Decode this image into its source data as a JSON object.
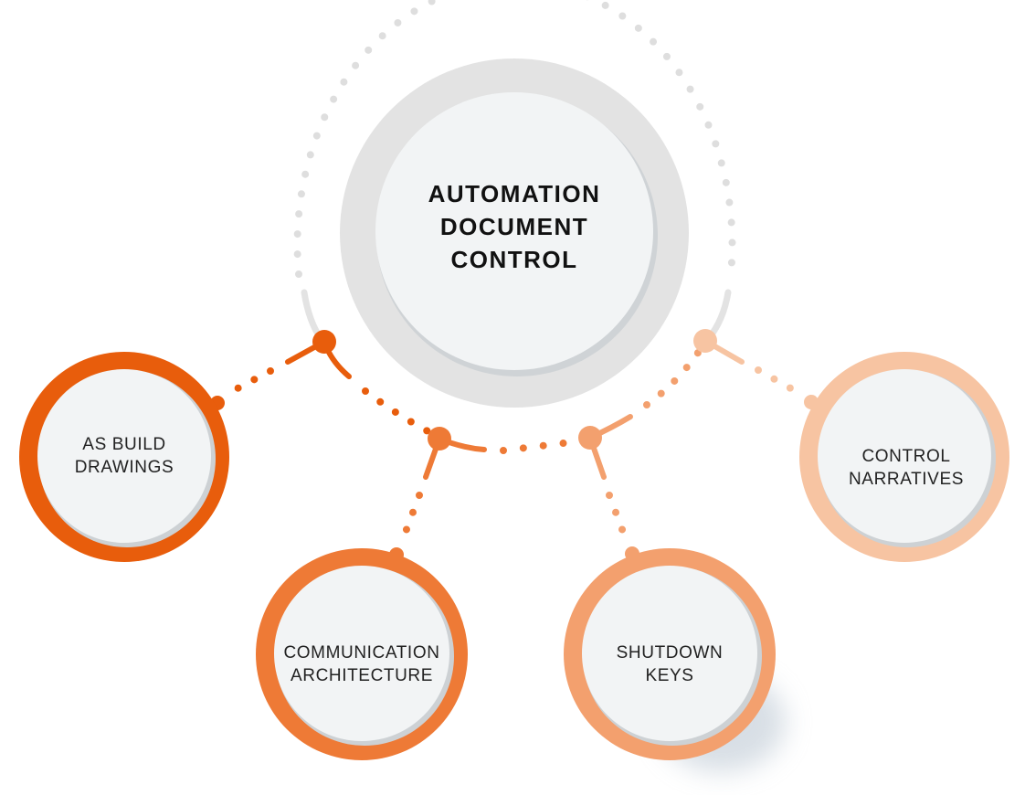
{
  "center": {
    "lines": [
      "AUTOMATION",
      "DOCUMENT",
      "CONTROL"
    ]
  },
  "satellites": [
    {
      "id": "as-build-drawings",
      "lines": [
        "AS BUILD",
        "DRAWINGS"
      ],
      "color": "#E85D0C"
    },
    {
      "id": "communication-architecture",
      "lines": [
        "COMMUNICATION",
        "ARCHITECTURE"
      ],
      "color": "#EE7A36"
    },
    {
      "id": "shutdown-keys",
      "lines": [
        "SHUTDOWN",
        "KEYS"
      ],
      "color": "#F3A06E"
    },
    {
      "id": "control-narratives",
      "lines": [
        "CONTROL",
        "NARRATIVES"
      ],
      "color": "#F7C4A2"
    }
  ],
  "colors": {
    "outer_ring": "#E3E3E3",
    "inner_fill": "#F2F4F5",
    "dotted_orbit": "#DEDEDE"
  }
}
